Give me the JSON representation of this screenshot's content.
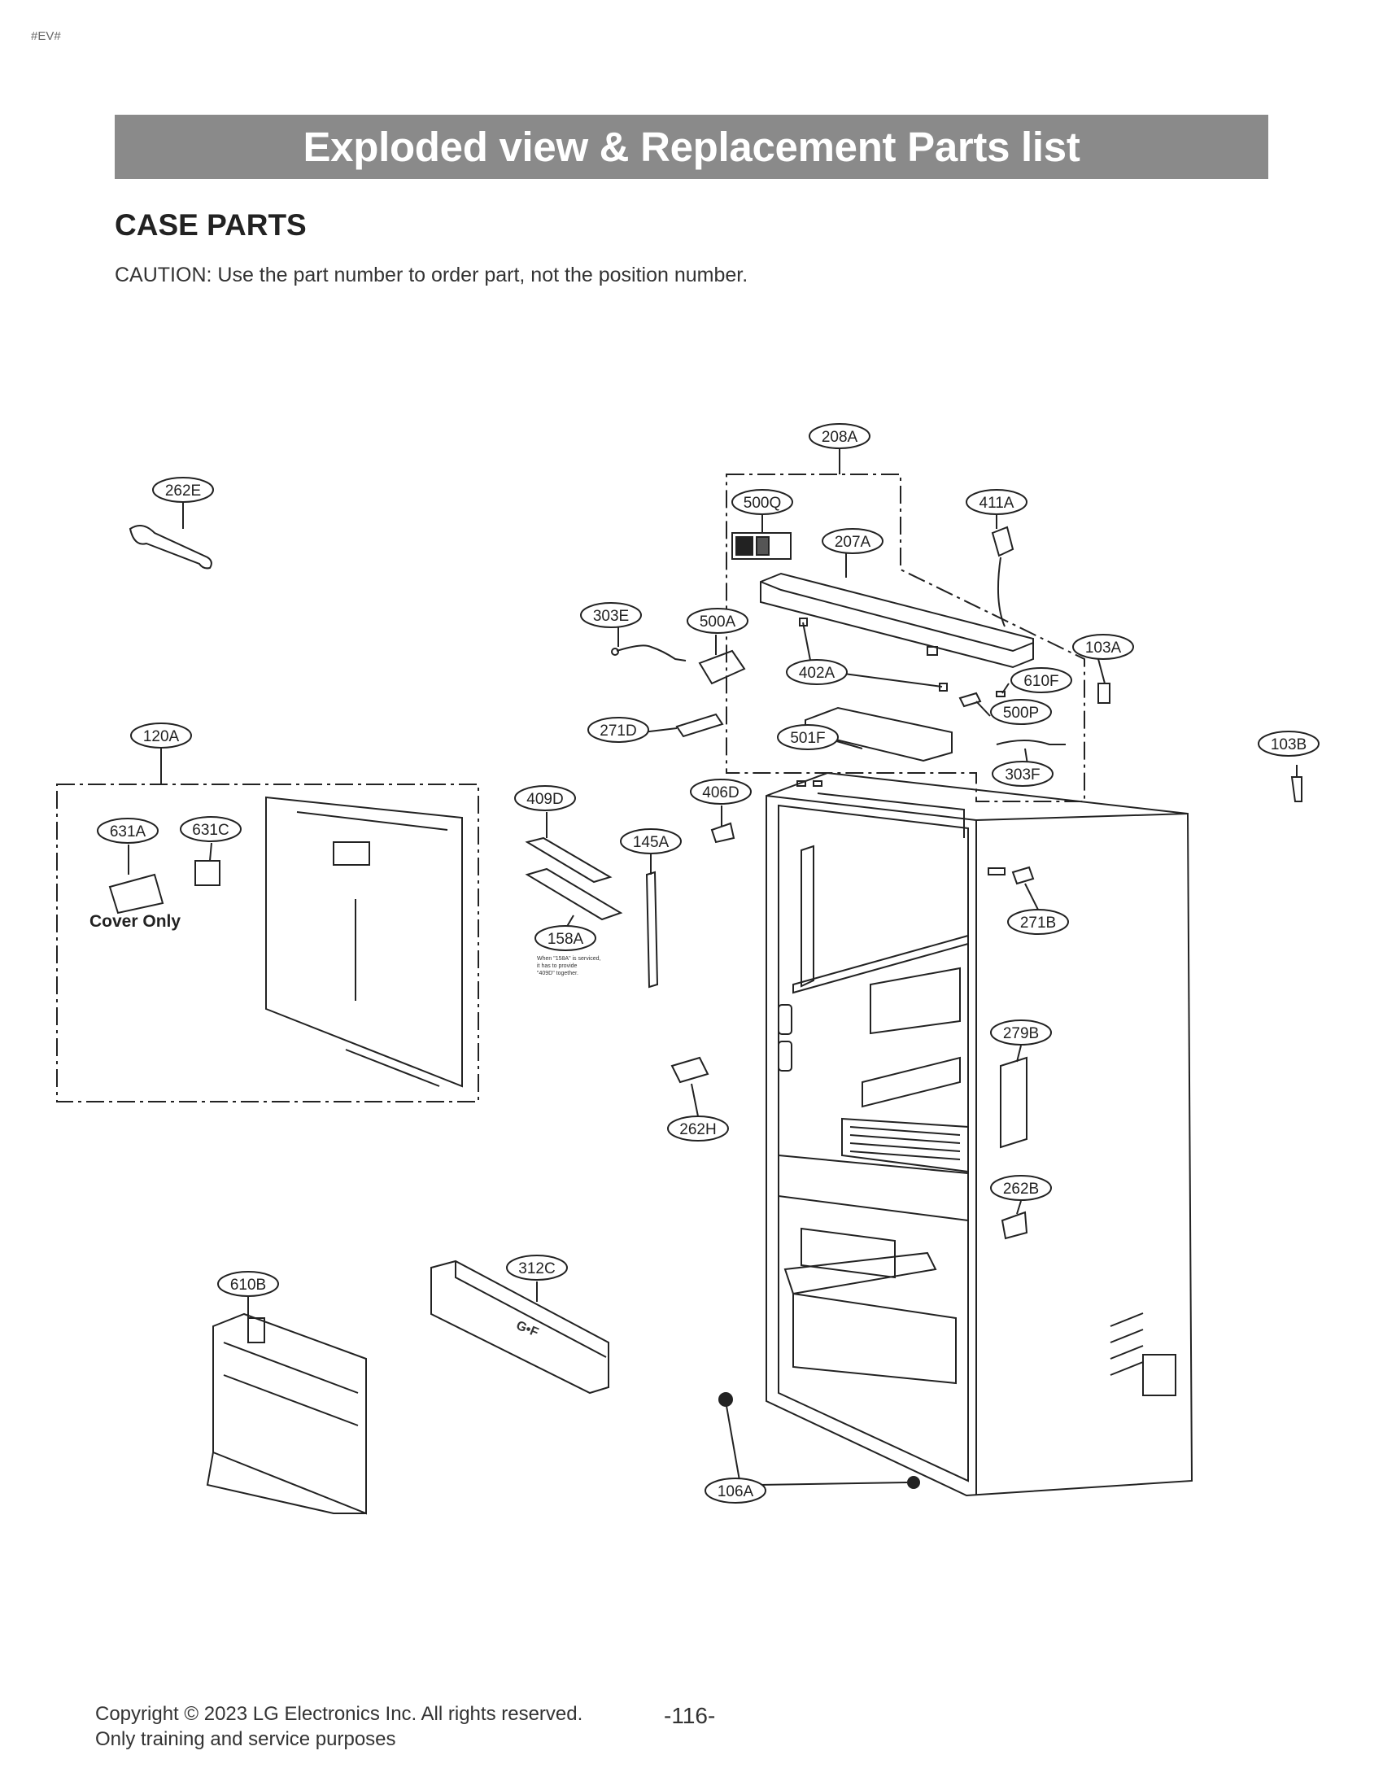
{
  "doc_code": "#EV#",
  "banner_title": "Exploded view & Replacement Parts list",
  "section_title": "CASE PARTS",
  "caution": "CAUTION: Use the part number to order part, not the position number.",
  "callouts": [
    "208A",
    "262E",
    "500Q",
    "411A",
    "207A",
    "303E",
    "500A",
    "103A",
    "402A",
    "610F",
    "500P",
    "120A",
    "271D",
    "501F",
    "103B",
    "303F",
    "406D",
    "409D",
    "631A",
    "631C",
    "145A",
    "271B",
    "158A",
    "279B",
    "262H",
    "262B",
    "312C",
    "610B",
    "106A"
  ],
  "cover_only": "Cover Only",
  "note_158A": [
    "When \"158A\" is serviced,",
    "it has to provide",
    "\"409D\" together."
  ],
  "logo_text": "G•F",
  "footer": {
    "copyright": "Copyright © 2023 LG Electronics Inc. All rights reserved.",
    "purpose": "Only training and service purposes",
    "page": "-116-"
  }
}
